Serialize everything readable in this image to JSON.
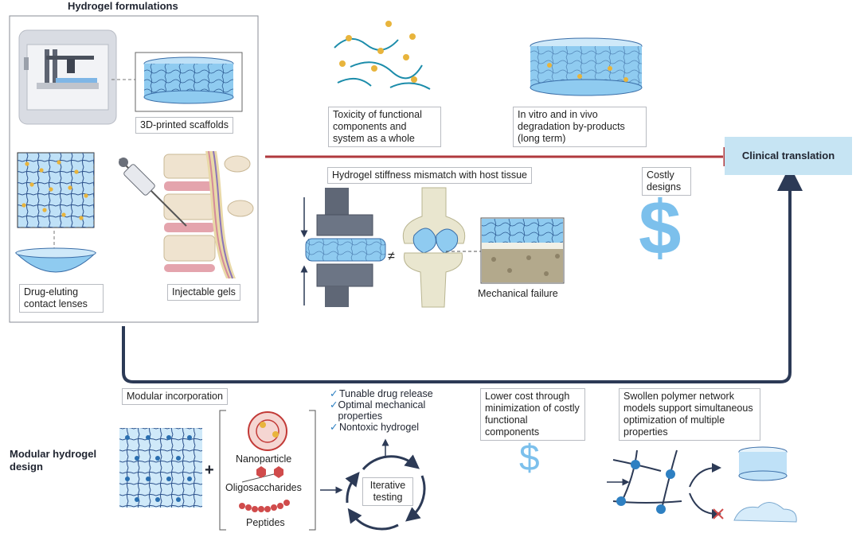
{
  "formulations": {
    "title": "Hydrogel formulations",
    "scaffolds": "3D-printed scaffolds",
    "lenses": "Drug-eluting contact lenses",
    "gels": "Injectable gels"
  },
  "barriers": {
    "toxicity": "Toxicity of functional components and system as a whole",
    "degradation": "In vitro and in vivo degradation by-products (long term)",
    "stiffness": "Hydrogel stiffness mismatch with host tissue",
    "costly": "Costly designs",
    "failure": "Mechanical failure",
    "not_equal": "≠",
    "dollar": "$"
  },
  "clinical": "Clinical translation",
  "modular": {
    "title": "Modular hydrogel design",
    "incorporation": "Modular incorporation",
    "plus": "+",
    "nanoparticle": "Nanoparticle",
    "oligosaccharides": "Oligosaccharides",
    "peptides": "Peptides",
    "checks": [
      "Tunable drug release",
      "Optimal mechanical properties",
      "Nontoxic hydrogel"
    ],
    "iterative": "Iterative testing",
    "lower_cost": "Lower cost through minimization of costly functional components",
    "swollen": "Swollen polymer network models support simultaneous optimization of multiple properties",
    "dollar": "$"
  },
  "colors": {
    "navy": "#2c3a56",
    "red": "#b03a3e",
    "clinical_bg": "#c6e4f3",
    "hydrogel": "#8fcbf0",
    "dollar": "#7cc0ec"
  }
}
